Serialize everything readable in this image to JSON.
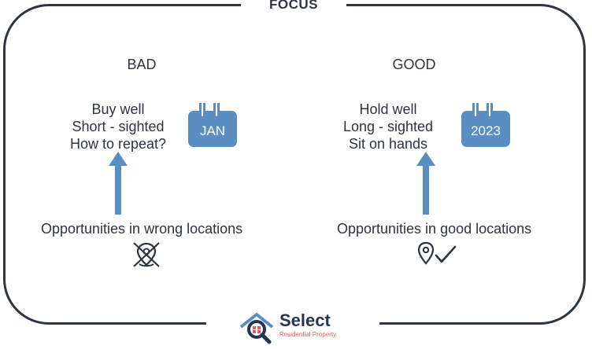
{
  "title": "FOCUS",
  "left": {
    "heading": "BAD",
    "lines": [
      "Buy well",
      "Short - sighted",
      "How to repeat?"
    ],
    "calendar_label": "JAN",
    "caption": "Opportunities in wrong locations",
    "icon": "crossed-location-pin-icon"
  },
  "right": {
    "heading": "GOOD",
    "lines": [
      "Hold well",
      "Long - sighted",
      "Sit on hands"
    ],
    "calendar_label": "2023",
    "caption": "Opportunities in good locations",
    "icon": "location-pin-check-icon"
  },
  "logo": {
    "name": "Select",
    "tagline": "Residential Property"
  },
  "colors": {
    "accent": "#5b8ec0",
    "frame": "#2e3542",
    "text": "#2b3440",
    "logo_navy": "#243551",
    "logo_red": "#e05a5a"
  }
}
